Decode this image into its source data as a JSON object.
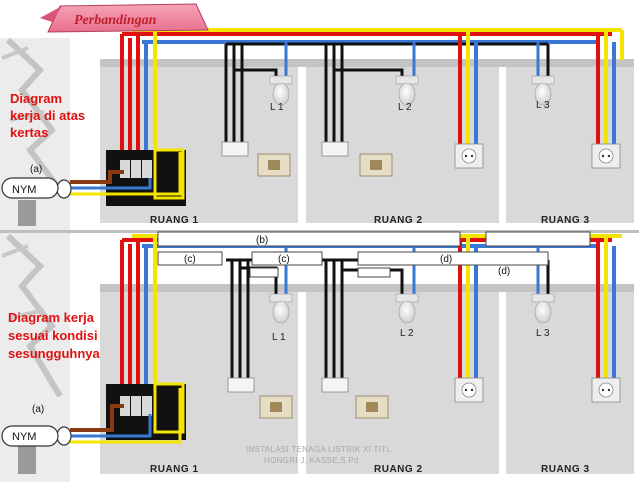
{
  "banner": {
    "title": "Perbandingan"
  },
  "top_section": {
    "side_title": [
      "Diagram",
      "kerja di atas",
      "kertas"
    ],
    "supply_label": "(a)",
    "cable_label": "NYM",
    "lamps": [
      "L 1",
      "L 2",
      "L 3"
    ],
    "rooms": [
      "RUANG 1",
      "RUANG 2",
      "RUANG 3"
    ]
  },
  "bottom_section": {
    "side_title": [
      "Diagram kerja",
      "sesuai kondisi",
      "sesungguhnya"
    ],
    "supply_label": "(a)",
    "cable_label": "NYM",
    "lamps": [
      "L 1",
      "L 2",
      "L 3"
    ],
    "rooms": [
      "RUANG 1",
      "RUANG 2",
      "RUANG 3"
    ],
    "conduit_labels": {
      "b": "(b)",
      "c1": "(c)",
      "c2": "(c)",
      "d1": "(d)",
      "d2": "(d)"
    }
  },
  "footer": [
    "INSTALASI  TENAGA  LISTRIK XI TITL",
    "HONGRI J. KASSE,S.Pd"
  ],
  "colors": {
    "wire_red": "#e01010",
    "wire_yellow": "#f5e400",
    "wire_blue": "#3a78d8",
    "wire_black": "#111111",
    "wire_brown": "#8a3a12",
    "banner_text": "#c0202a",
    "side_title": "#e21010",
    "wall": "#d9d9d9"
  }
}
